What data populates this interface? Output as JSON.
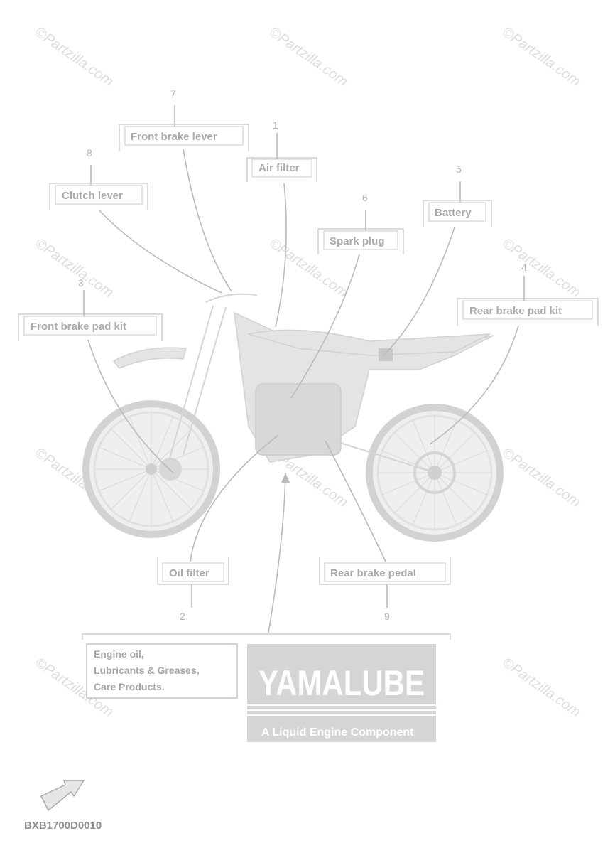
{
  "watermark": "©Partzilla.com",
  "callouts": [
    {
      "number": "1",
      "label": "Air filter"
    },
    {
      "number": "2",
      "label": "Oil filter"
    },
    {
      "number": "3",
      "label": "Front brake pad kit"
    },
    {
      "number": "4",
      "label": "Rear brake pad kit"
    },
    {
      "number": "5",
      "label": "Battery"
    },
    {
      "number": "6",
      "label": "Spark plug"
    },
    {
      "number": "7",
      "label": "Front brake lever"
    },
    {
      "number": "8",
      "label": "Clutch lever"
    },
    {
      "number": "9",
      "label": "Rear brake pedal"
    }
  ],
  "info_box": {
    "lines": [
      "Engine oil,",
      "Lubricants & Greases,",
      "Care Products."
    ]
  },
  "logo": {
    "brand": "YAMALUBE",
    "tagline": "A Liquid Engine Component"
  },
  "diagram_code": "BXB1700D0010",
  "icons": {
    "arrow": "front-direction-arrow-icon"
  },
  "colors": {
    "line": "#b8bbb6",
    "logo_bg": "#cfd2cf"
  }
}
